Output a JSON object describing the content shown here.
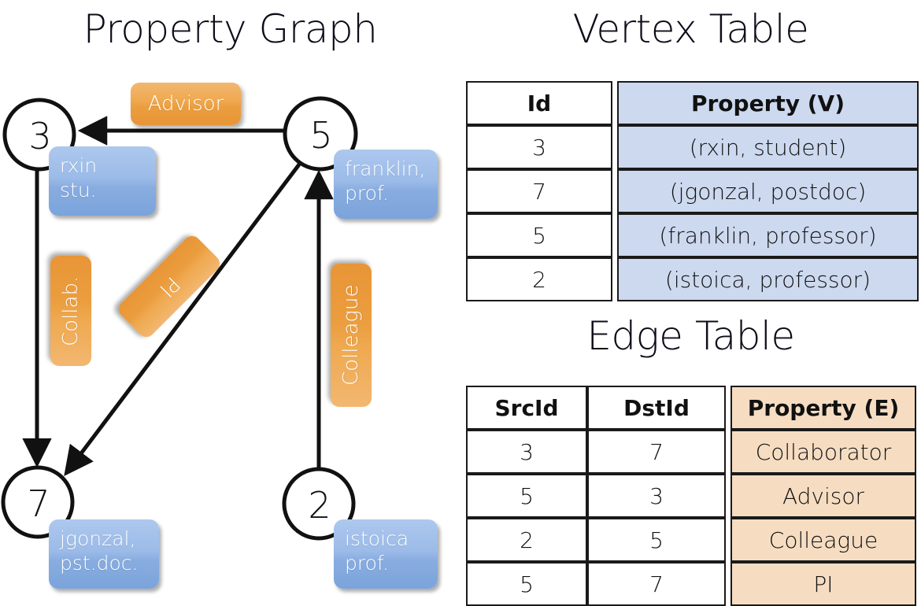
{
  "graph": {
    "title": "Property Graph",
    "vertices": [
      {
        "id": "3",
        "property_lines": [
          "rxin",
          "stu."
        ]
      },
      {
        "id": "5",
        "property_lines": [
          "franklin,",
          "prof."
        ]
      },
      {
        "id": "7",
        "property_lines": [
          "jgonzal,",
          "pst.doc."
        ]
      },
      {
        "id": "2",
        "property_lines": [
          "istoica",
          "prof."
        ]
      }
    ],
    "edge_labels": [
      {
        "name": "advisor-label",
        "text": "Advisor"
      },
      {
        "name": "collab-label",
        "text": "Collab."
      },
      {
        "name": "pi-label",
        "text": "PI"
      },
      {
        "name": "colleague-label",
        "text": "Colleague"
      }
    ]
  },
  "vertex_table": {
    "title": "Vertex Table",
    "headers": [
      "Id",
      "Property (V)"
    ],
    "rows": [
      [
        "3",
        "(rxin, student)"
      ],
      [
        "7",
        "(jgonzal, postdoc)"
      ],
      [
        "5",
        "(franklin, professor)"
      ],
      [
        "2",
        "(istoica, professor)"
      ]
    ]
  },
  "edge_table": {
    "title": "Edge Table",
    "headers": [
      "SrcId",
      "DstId",
      "Property (E)"
    ],
    "rows": [
      [
        "3",
        "7",
        "Collaborator"
      ],
      [
        "5",
        "3",
        "Advisor"
      ],
      [
        "2",
        "5",
        "Colleague"
      ],
      [
        "5",
        "7",
        "PI"
      ]
    ]
  },
  "colors": {
    "vertex_property_box": "#9cbbe8",
    "edge_label_box": "#efa94f",
    "vertex_table_highlight": "#ccd9ef",
    "edge_table_highlight": "#f6ddc2",
    "stroke": "#111111",
    "background": "#ffffff"
  }
}
